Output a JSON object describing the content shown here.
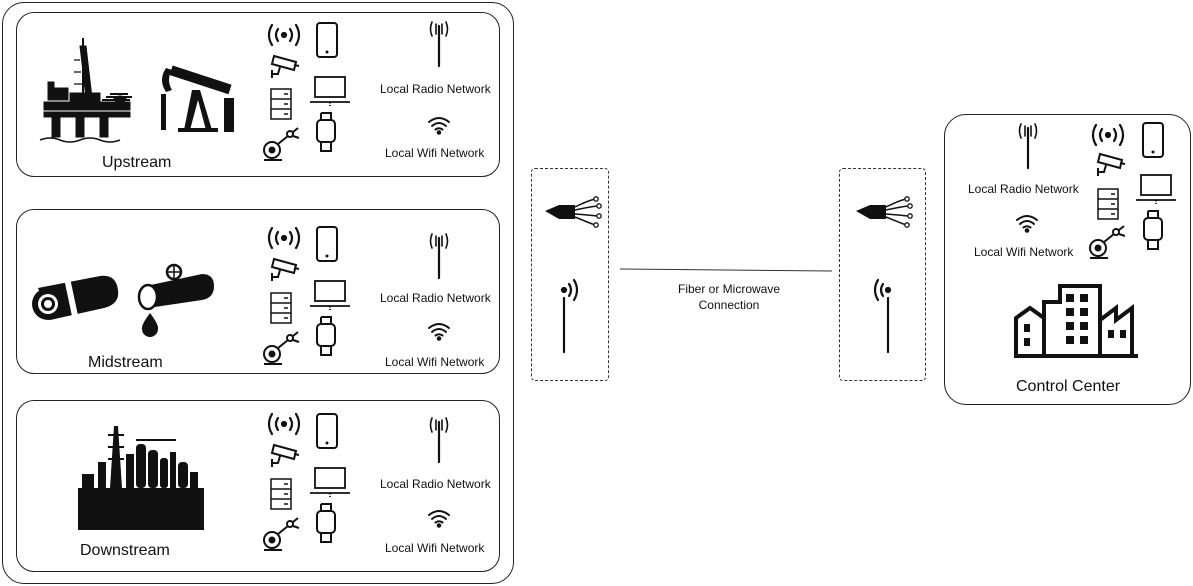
{
  "segments": [
    {
      "id": "upstream",
      "title": "Upstream",
      "radio_label": "Local Radio Network",
      "wifi_label": "Local Wifi Network"
    },
    {
      "id": "midstream",
      "title": "Midstream",
      "radio_label": "Local Radio Network",
      "wifi_label": "Local Wifi Network"
    },
    {
      "id": "downstream",
      "title": "Downstream",
      "radio_label": "Local Radio Network",
      "wifi_label": "Local Wifi Network"
    }
  ],
  "connection": {
    "line1": "Fiber or Microwave",
    "line2": "Connection"
  },
  "control_center": {
    "title": "Control Center",
    "radio_label": "Local Radio Network",
    "wifi_label": "Local Wifi Network"
  },
  "icons": {
    "upstream": [
      "offshore-platform-icon",
      "pumpjack-icon"
    ],
    "midstream": [
      "pipeline-icon",
      "valve-pipe-icon",
      "oil-drop-icon"
    ],
    "downstream": [
      "refinery-icon"
    ],
    "devices": [
      "radio-signal-icon",
      "cctv-camera-icon",
      "server-rack-icon",
      "robot-arm-icon",
      "smartphone-icon",
      "laptop-icon",
      "smartwatch-icon",
      "radio-tower-icon",
      "wifi-icon"
    ],
    "links": [
      "fiber-optic-icon",
      "microwave-antenna-icon"
    ],
    "control": [
      "factory-building-icon"
    ]
  },
  "colors": {
    "stroke": "#111111",
    "border": "#222222"
  }
}
